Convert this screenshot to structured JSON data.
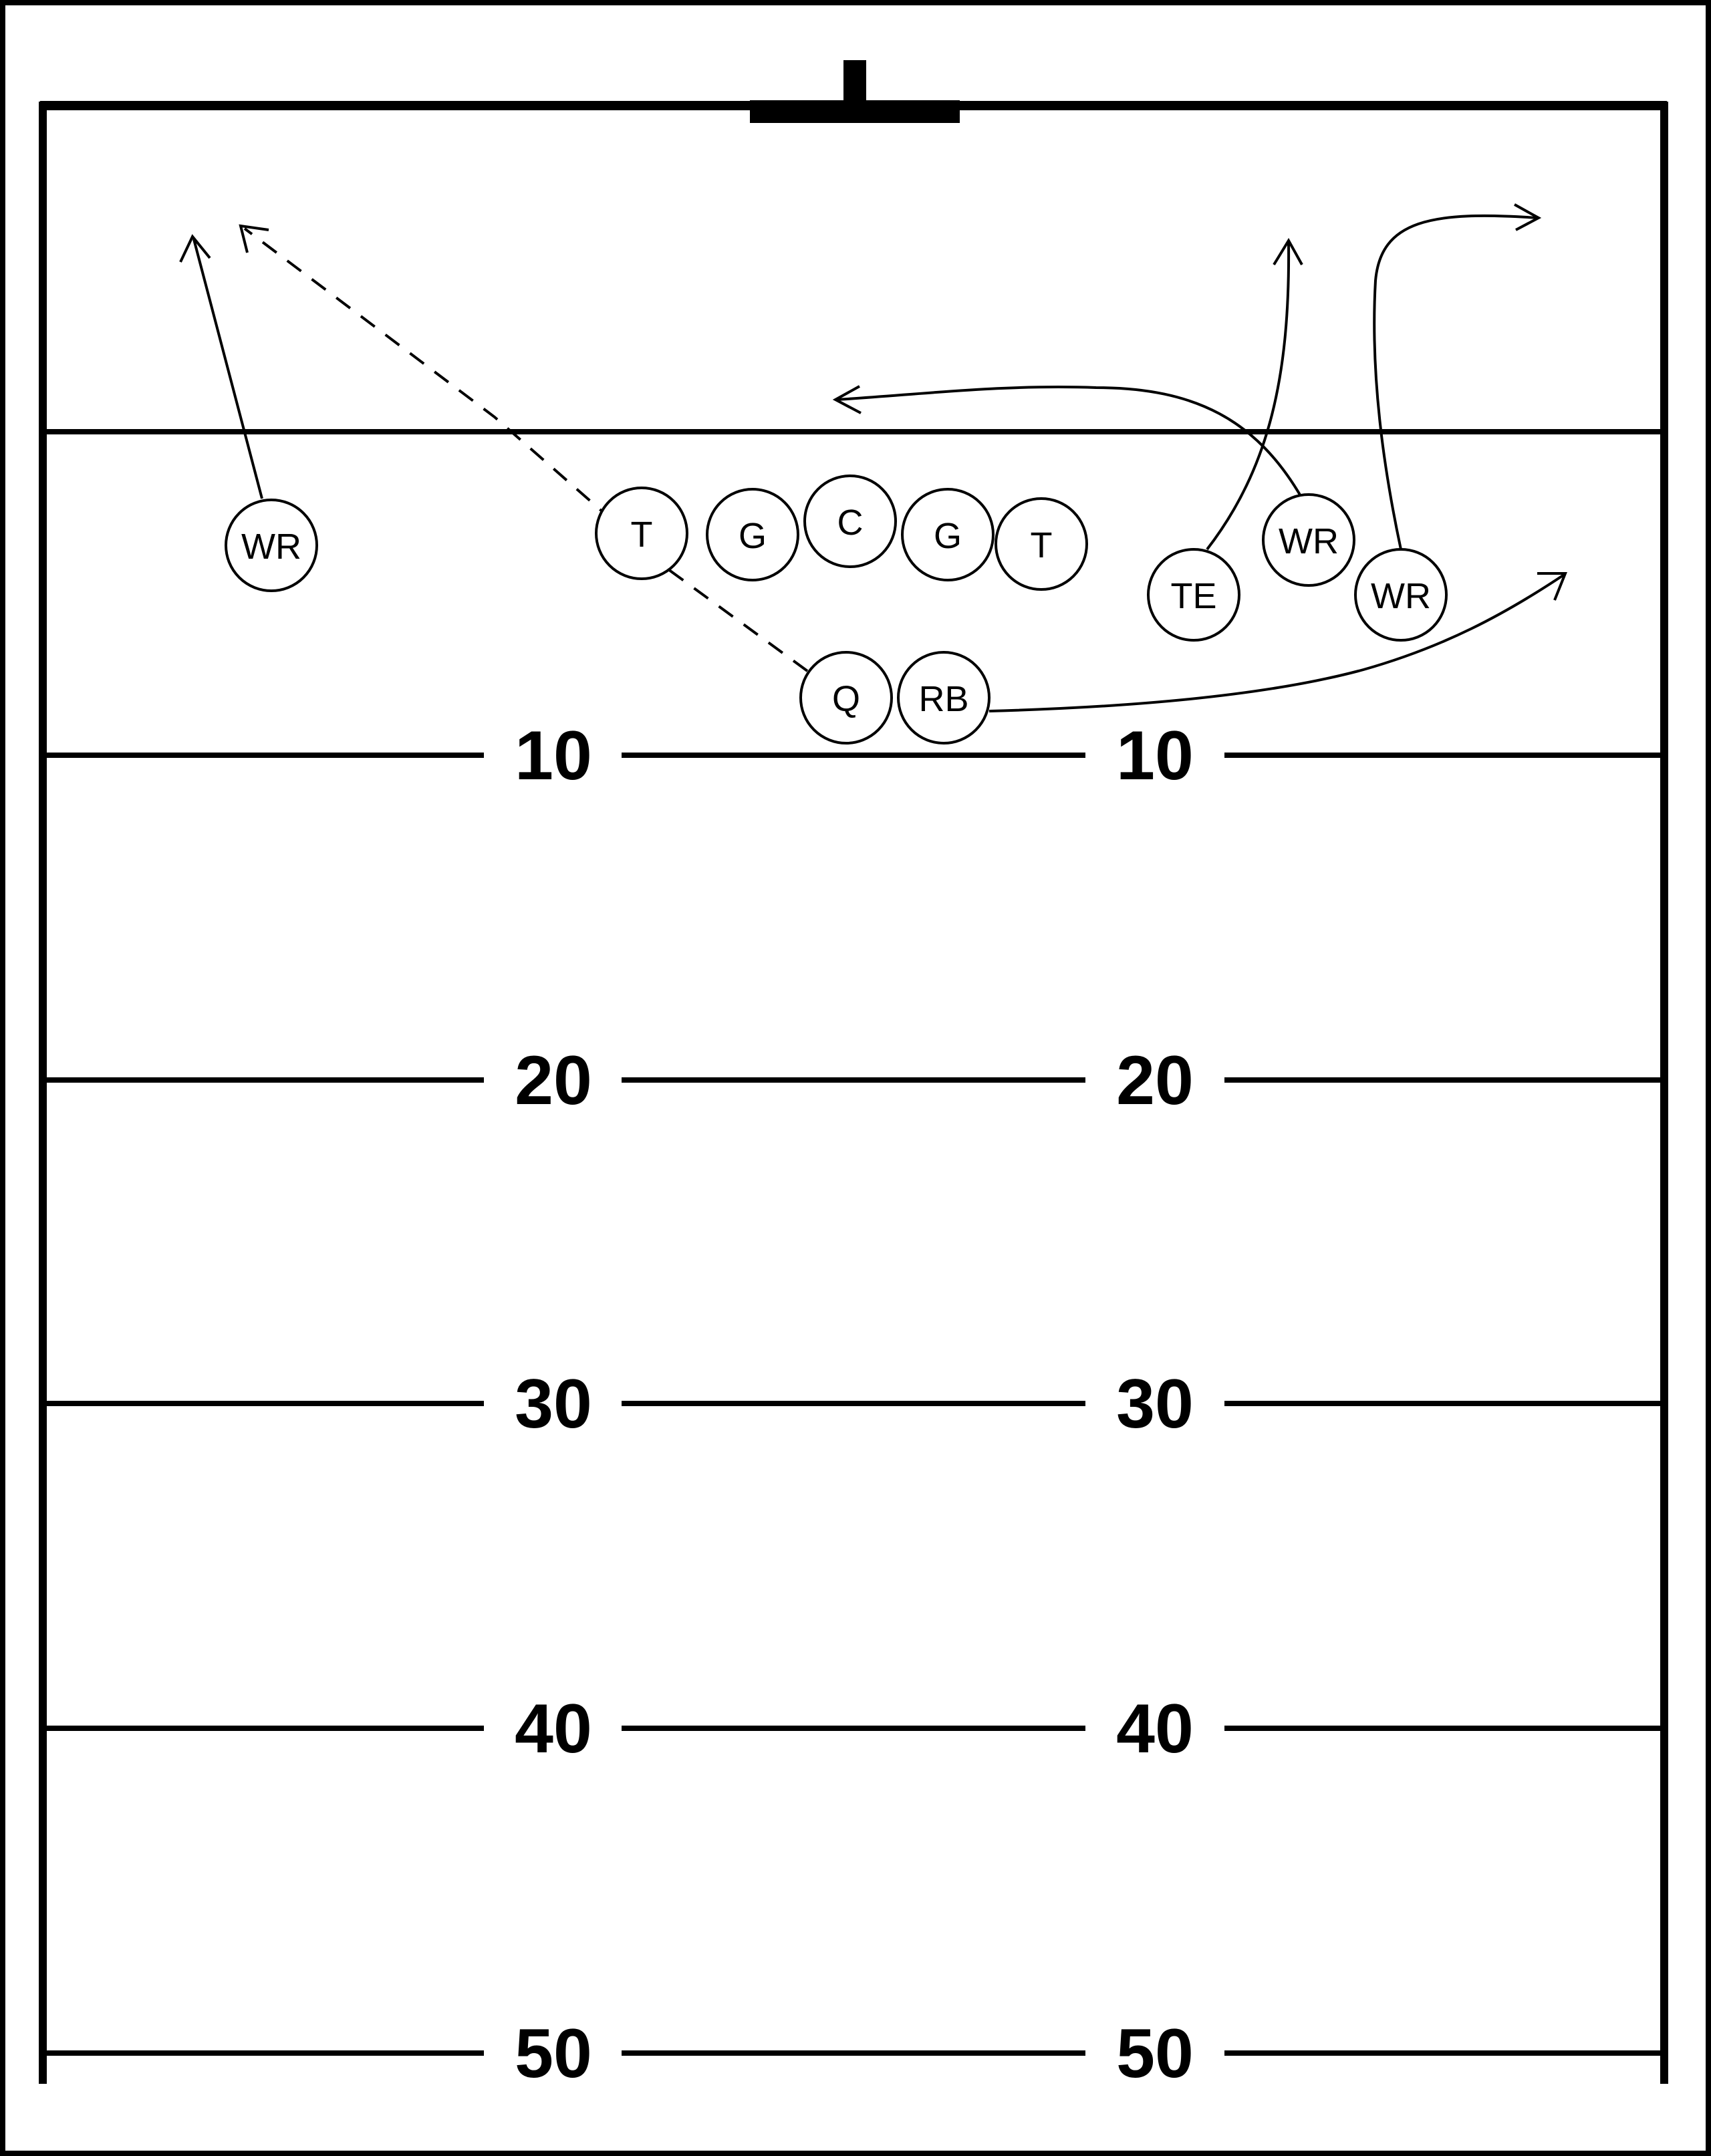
{
  "field": {
    "yard_lines": [
      {
        "label": "10"
      },
      {
        "label": "20"
      },
      {
        "label": "30"
      },
      {
        "label": "40"
      },
      {
        "label": "50"
      }
    ]
  },
  "players": [
    {
      "id": "wr-left",
      "label": "WR"
    },
    {
      "id": "lt",
      "label": "T"
    },
    {
      "id": "lg",
      "label": "G"
    },
    {
      "id": "c",
      "label": "C"
    },
    {
      "id": "rg",
      "label": "G"
    },
    {
      "id": "rt",
      "label": "T"
    },
    {
      "id": "te",
      "label": "TE"
    },
    {
      "id": "wr-slot",
      "label": "WR"
    },
    {
      "id": "wr-right",
      "label": "WR"
    },
    {
      "id": "qb",
      "label": "Q"
    },
    {
      "id": "rb",
      "label": "RB"
    }
  ]
}
